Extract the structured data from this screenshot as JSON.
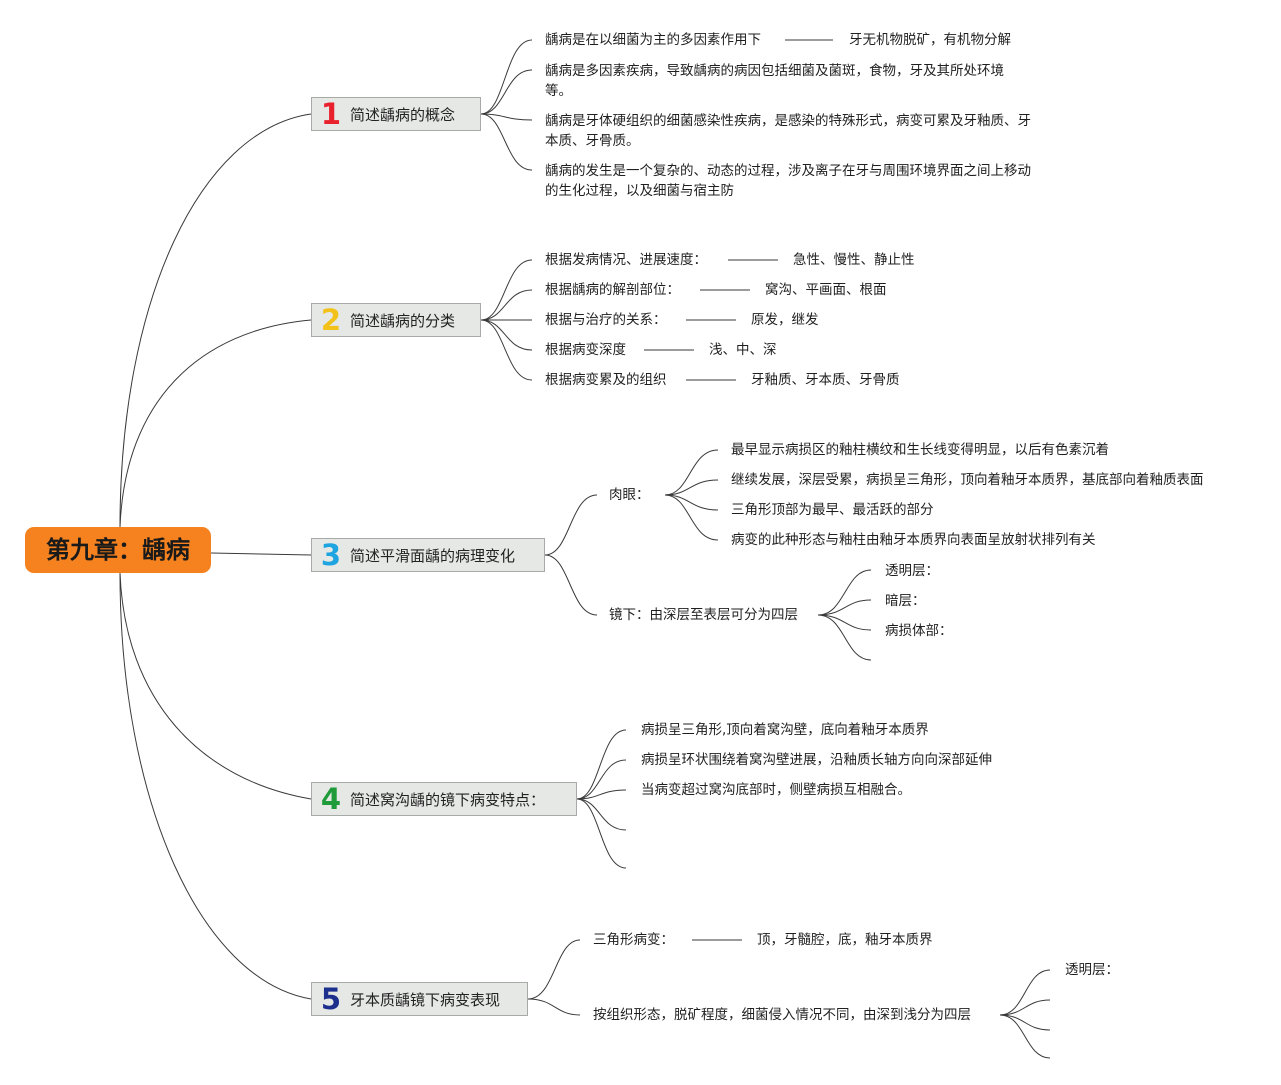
{
  "root": {
    "title": "第九章：龋病"
  },
  "colors": {
    "root_bg": "#f5821f",
    "num1": "#e8212d",
    "num2": "#f2c21b",
    "num3": "#1ea4e0",
    "num4": "#1f9b3a",
    "num5": "#1d2f8c",
    "topic_bg": "#e6e8e6"
  },
  "topics": [
    {
      "num": "1",
      "label": "简述龋病的概念",
      "items": [
        "龋病是在以细菌为主的多因素作用下",
        "牙无机物脱矿，有机物分解",
        "龋病是多因素疾病，导致龋病的病因包括细菌及菌斑，食物，牙及其所处环境等。",
        "龋病是牙体硬组织的细菌感染性疾病，是感染的特殊形式，病变可累及牙釉质、牙本质、牙骨质。",
        "龋病的发生是一个复杂的、动态的过程，涉及离子在牙与周围环境界面之间上移动的生化过程，以及细菌与宿主防"
      ]
    },
    {
      "num": "2",
      "label": "简述龋病的分类",
      "items": [
        {
          "k": "根据发病情况、进展速度：",
          "v": "急性、慢性、静止性"
        },
        {
          "k": "根据龋病的解剖部位：",
          "v": "窝沟、平画面、根面"
        },
        {
          "k": "根据与治疗的关系：",
          "v": "原发，继发"
        },
        {
          "k": "根据病变深度",
          "v": "浅、中、深"
        },
        {
          "k": "根据病变累及的组织",
          "v": "牙釉质、牙本质、牙骨质"
        }
      ]
    },
    {
      "num": "3",
      "label": "简述平滑面龋的病理变化",
      "naked": {
        "label": "肉眼：",
        "items": [
          "最早显示病损区的釉柱横纹和生长线变得明显，以后有色素沉着",
          "继续发展，深层受累，病损呈三角形，顶向着釉牙本质界，基底部向着釉质表面",
          "三角形顶部为最早、最活跃的部分",
          "病变的此种形态与釉柱由釉牙本质界向表面呈放射状排列有关"
        ]
      },
      "micro": {
        "label": "镜下：由深层至表层可分为四层",
        "items": [
          "透明层：",
          "暗层：",
          "病损体部："
        ]
      }
    },
    {
      "num": "4",
      "label": "简述窝沟龋的镜下病变特点：",
      "items": [
        "病损呈三角形,顶向着窝沟壁，底向着釉牙本质界",
        "病损呈环状围绕着窝沟壁进展，沿釉质长轴方向向深部延伸",
        "当病变超过窝沟底部时，侧壁病损互相融合。"
      ]
    },
    {
      "num": "5",
      "label": "牙本质龋镜下病变表现",
      "tri": {
        "k": "三角形病变：",
        "v": "顶，牙髓腔，底，釉牙本质界"
      },
      "layers": {
        "label": "按组织形态，脱矿程度，细菌侵入情况不同，由深到浅分为四层",
        "items": [
          "透明层："
        ]
      }
    }
  ]
}
